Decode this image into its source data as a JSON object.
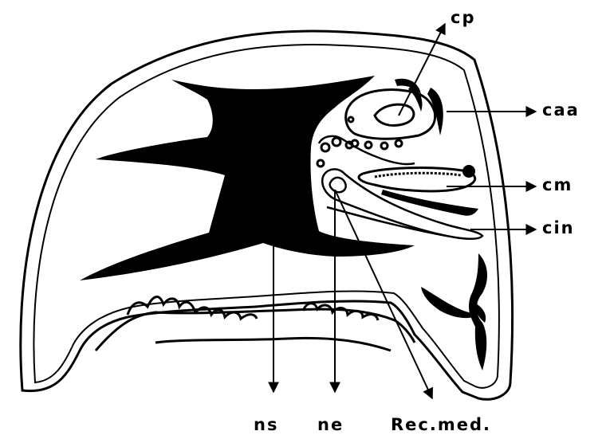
{
  "labels": {
    "cp": "cp",
    "caa": "caa",
    "cm": "cm",
    "cin": "cin",
    "ns": "ns",
    "ne": "ne",
    "rec_med": "Rec.med."
  },
  "colors": {
    "ink": "#000000",
    "paper": "#ffffff"
  }
}
